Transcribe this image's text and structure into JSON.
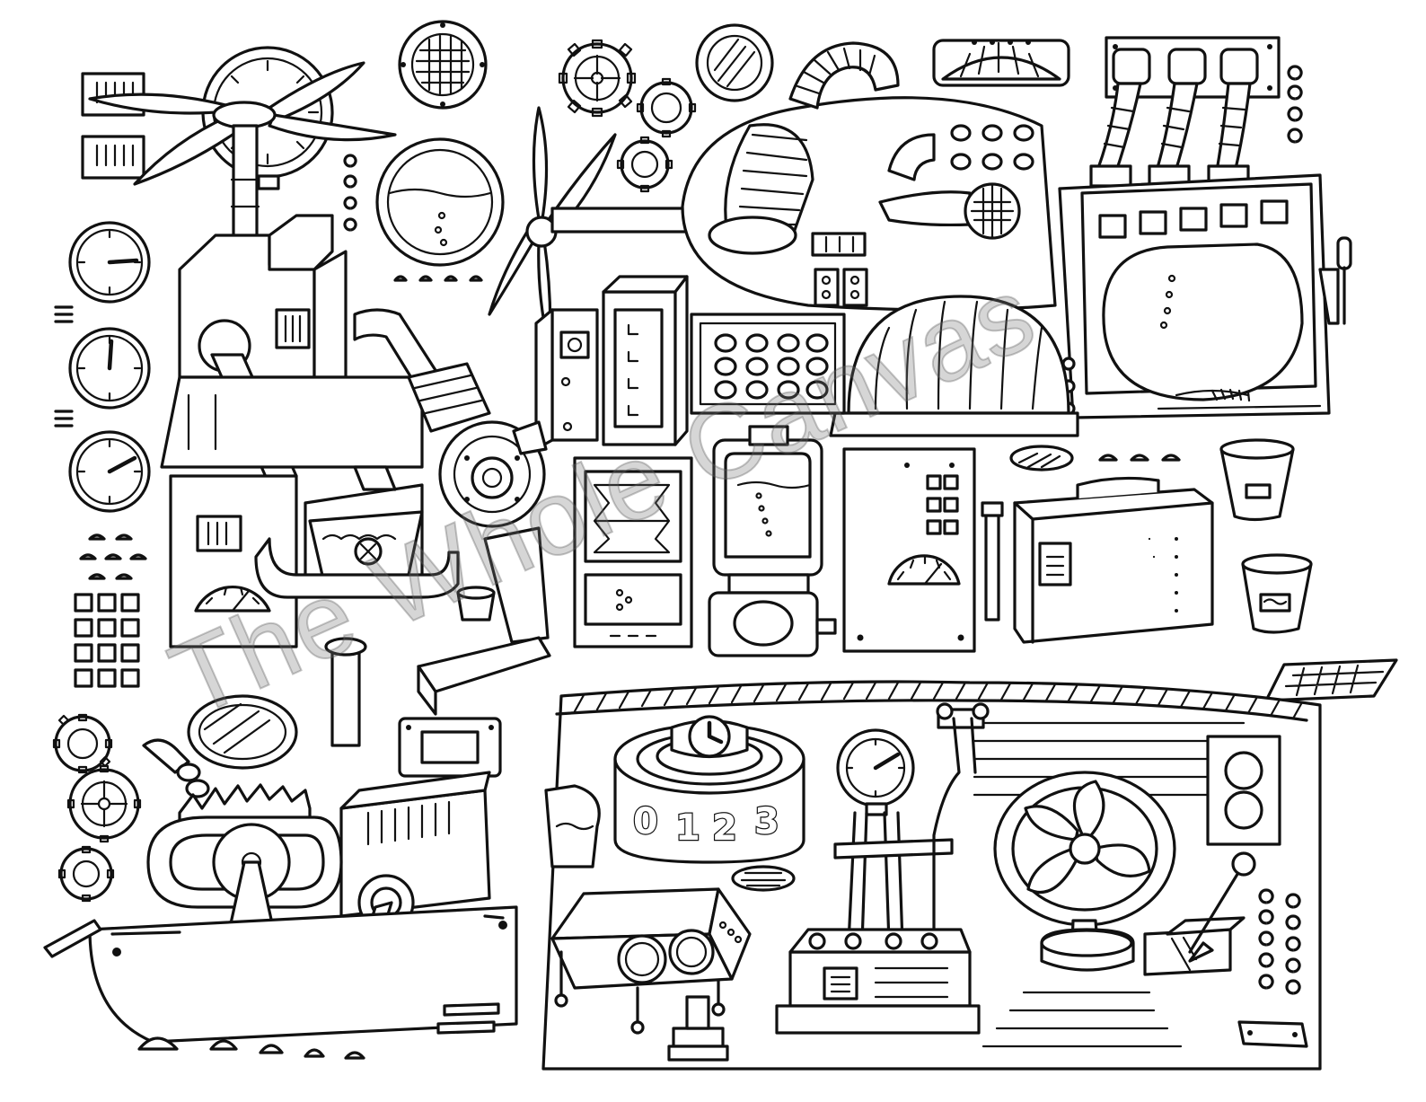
{
  "artwork": {
    "counter_digits": [
      "0",
      "1",
      "2",
      "3"
    ]
  },
  "watermark": {
    "text": "The Whole Canvas"
  },
  "palette": {
    "ink": "#111111",
    "paper": "#ffffff",
    "watermark": "#8a8a8a"
  }
}
